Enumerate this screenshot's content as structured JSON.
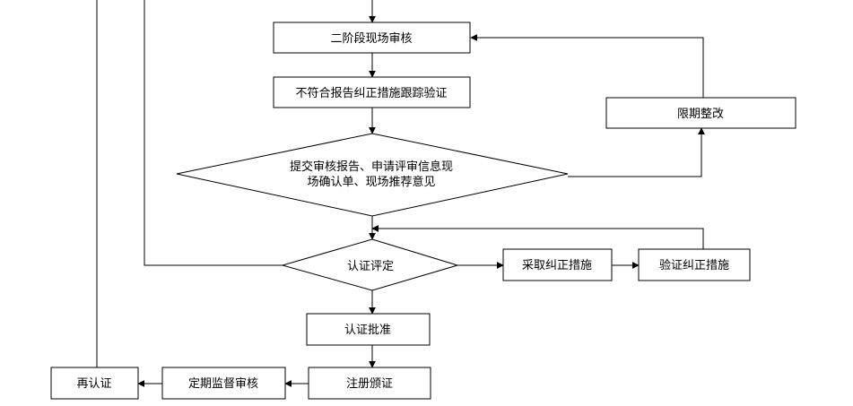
{
  "nodes": {
    "stage2_audit": "二阶段现场审核",
    "nc_followup": "不符合报告纠正措施跟踪验证",
    "rectify": "限期整改",
    "submit_line1": "提交审核报告、申请评审信息现",
    "submit_line2": "场确认单、现场推荐意见",
    "cert_review": "认证评定",
    "take_action": "采取纠正措施",
    "verify_action": "验证纠正措施",
    "cert_approve": "认证批准",
    "register": "注册颁证",
    "surveillance": "定期监督审核",
    "recert": "再认证"
  },
  "colors": {
    "stroke": "#000000",
    "fill": "#ffffff",
    "text": "#000000"
  }
}
